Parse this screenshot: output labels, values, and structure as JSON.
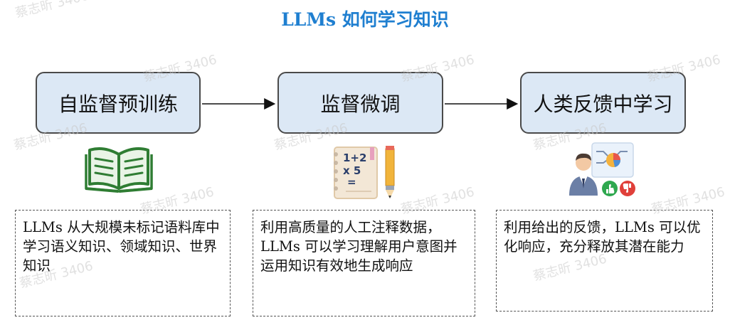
{
  "title": "LLMs 如何学习知识",
  "stages": [
    {
      "label": "自监督预训练",
      "icon": "open-book-icon",
      "description": "LLMs 从大规模未标记语料库中学习语义知识、领域知识、世界知识"
    },
    {
      "label": "监督微调",
      "icon": "math-notebook-pencil-icon",
      "description": "利用高质量的人工注释数据，LLMs 可以学习理解用户意图并运用知识有效地生成响应"
    },
    {
      "label": "人类反馈中学习",
      "icon": "person-feedback-chart-icon",
      "description": "利用给出的反馈，LLMs 可以优化响应，充分释放其潜在能力"
    }
  ],
  "icon_text": {
    "math_line1": "1+2",
    "math_line2": "x 5",
    "math_line3": "="
  },
  "watermark": "蔡志昕 3406",
  "colors": {
    "title": "#1f7fd0",
    "stage_fill": "#dce8f5",
    "book_green": "#3a8f3a",
    "thumb_up": "#2fa84f",
    "thumb_down": "#e0403a"
  }
}
